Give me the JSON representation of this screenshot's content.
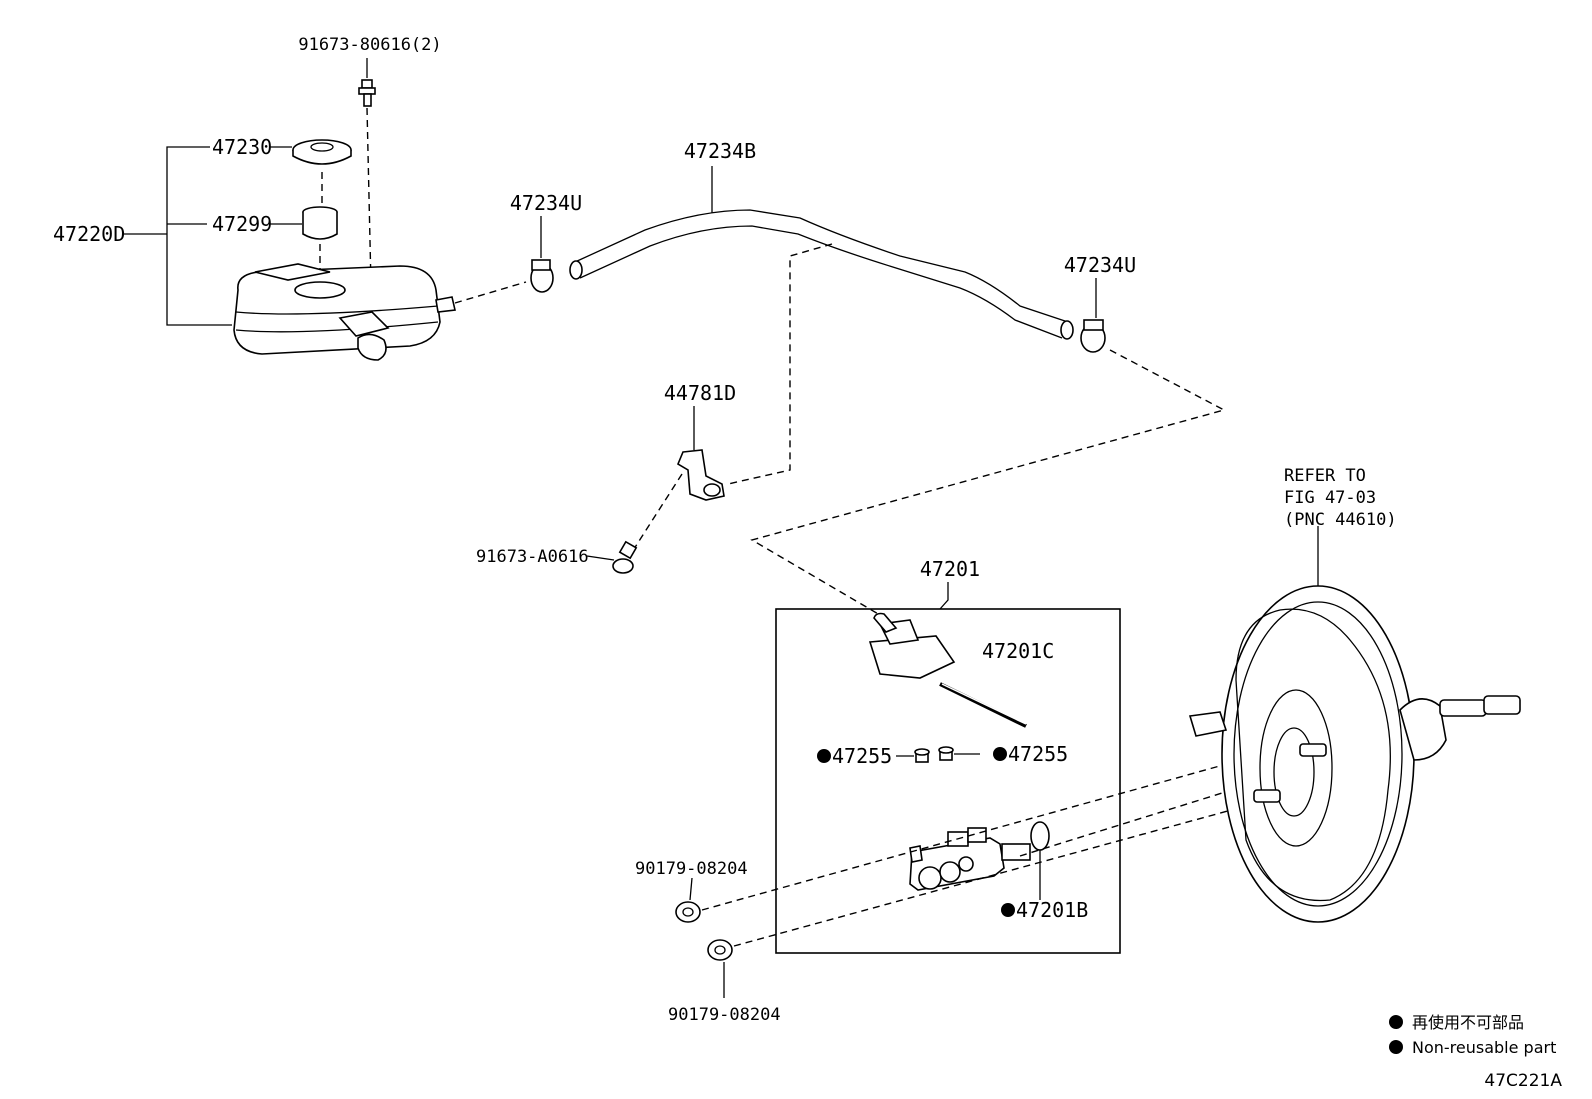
{
  "parts": {
    "bolt_top": "91673-80616(2)",
    "cap": "47230",
    "strainer": "47299",
    "reservoir": "47220D",
    "hose": "47234B",
    "clamp_left": "47234U",
    "clamp_right": "47234U",
    "bracket": "44781D",
    "bracket_bolt": "91673-A0616",
    "master_cylinder": "47201",
    "pin": "47201C",
    "grommet_left": "47255",
    "grommet_right": "47255",
    "oring": "47201B",
    "nut_upper": "90179-08204",
    "nut_lower": "90179-08204"
  },
  "refer": {
    "line1": "REFER TO",
    "line2": "FIG 47-03",
    "line3": "(PNC 44610)"
  },
  "legend": {
    "jp": "再使用不可部品",
    "en": "Non-reusable part"
  },
  "figure_id": "47C221A"
}
